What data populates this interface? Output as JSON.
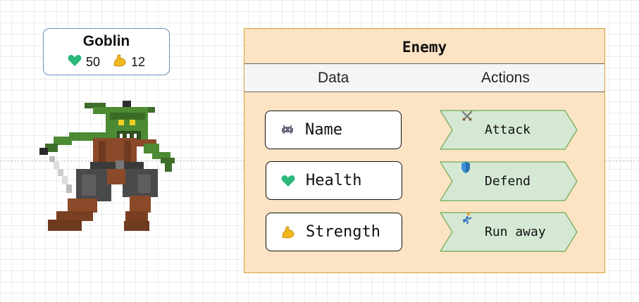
{
  "character": {
    "name": "Goblin",
    "health": "50",
    "strength": "12"
  },
  "enemy": {
    "title": "Enemy",
    "columns": {
      "data": "Data",
      "actions": "Actions"
    },
    "fields": [
      {
        "label": "Name",
        "icon": "alien-monster-icon"
      },
      {
        "label": "Health",
        "icon": "heart-icon"
      },
      {
        "label": "Strength",
        "icon": "flexed-biceps-icon"
      }
    ],
    "actions": [
      {
        "label": "Attack",
        "icon": "crossed-swords-icon"
      },
      {
        "label": "Defend",
        "icon": "shield-icon"
      },
      {
        "label": "Run away",
        "icon": "running-person-icon"
      }
    ]
  },
  "colors": {
    "enemy_fill": "#fce3c4",
    "enemy_border": "#d6a039",
    "action_fill": "#d5e8d4",
    "action_border": "#82b366",
    "card_border": "#6c8ebf",
    "heart": "#2bb87a"
  }
}
